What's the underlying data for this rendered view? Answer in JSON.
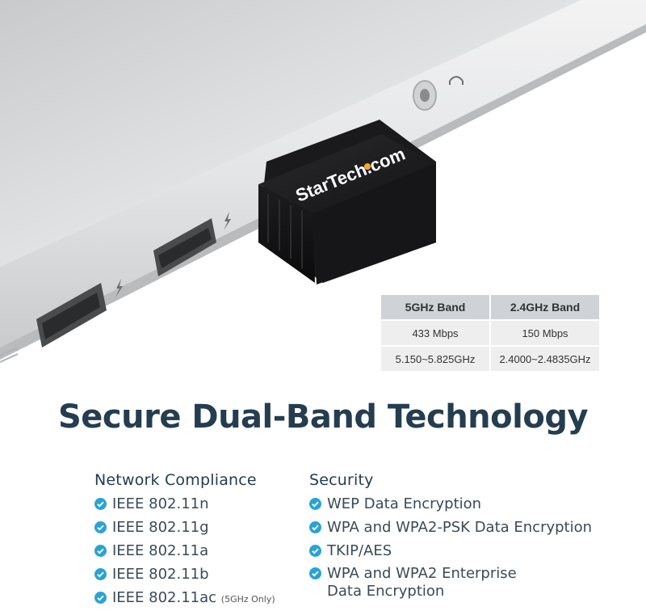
{
  "product": {
    "brand_text": "StarTech.com",
    "image_alt": "USB Wi-Fi adapter plugged into a laptop"
  },
  "spec_table": {
    "headers": [
      "5GHz Band",
      "2.4GHz Band"
    ],
    "rows": [
      [
        "433 Mbps",
        "150 Mbps"
      ],
      [
        "5.150~5.825GHz",
        "2.4000~2.4835GHz"
      ]
    ]
  },
  "headline": "Secure Dual-Band Technology",
  "network_compliance": {
    "title": "Network Compliance",
    "items": [
      "IEEE 802.11n",
      "IEEE 802.11g",
      "IEEE 802.11a",
      "IEEE 802.11b",
      "IEEE 802.11ac"
    ],
    "last_item_note": "(5GHz Only)"
  },
  "security": {
    "title": "Security",
    "items": [
      "WEP Data Encryption",
      "WPA and WPA2-PSK Data Encryption",
      "TKIP/AES"
    ],
    "multiline_item": {
      "line1": "WPA and WPA2 Enterprise",
      "line2": "Data Encryption"
    }
  },
  "colors": {
    "check_blue": "#29a3d7",
    "headline": "#243d50",
    "table_header": "#cfd3d7",
    "table_cell": "#eeeeef"
  },
  "icons": [
    "check-circle-icon",
    "thunderbolt-icon",
    "headphone-icon"
  ]
}
